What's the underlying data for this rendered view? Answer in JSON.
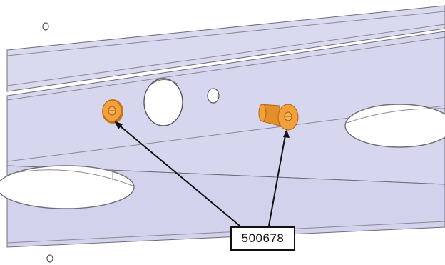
{
  "callout": {
    "part_number": "500678"
  },
  "colors": {
    "background": "#ffffff",
    "panel": "#d9d9f0",
    "panel_dark": "#c9c9e6",
    "edge": "#6e6e78",
    "hole_fill": "#ffffff",
    "part_orange": "#f2a03c",
    "part_orange_dark": "#c9771c",
    "leader": "#111111"
  },
  "icons": {
    "bushing_left": "flanged-bushing-face-view",
    "bushing_right": "flanged-bushing-side-view"
  }
}
